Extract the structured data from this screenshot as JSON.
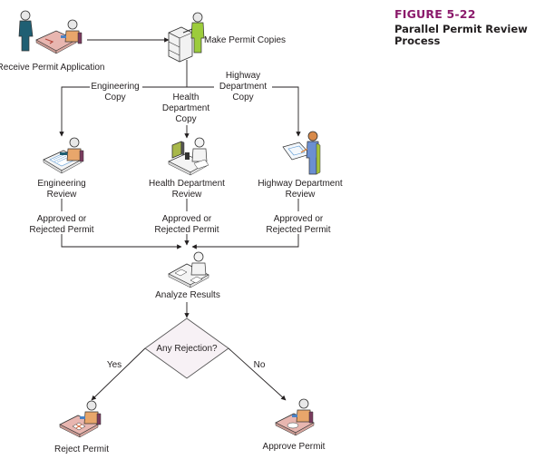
{
  "figure": {
    "number": "FIGURE 5-22",
    "title": "Parallel Permit Review Process",
    "accent_color": "#8b1a6b"
  },
  "nodes": {
    "receive": {
      "label": "Receive Permit Application",
      "icon": "clerk-receiving-application-icon"
    },
    "copies": {
      "label": "Make Permit Copies",
      "icon": "person-at-copier-icon"
    },
    "engineering": {
      "label_lines": [
        "Engineering",
        "Review"
      ],
      "icon": "engineer-reviewing-plans-icon"
    },
    "health": {
      "label_lines": [
        "Health Department",
        "Review"
      ],
      "icon": "health-inspector-at-workstation-icon"
    },
    "highway": {
      "label_lines": [
        "Highway Department",
        "Review"
      ],
      "icon": "highway-worker-holding-blueprint-icon"
    },
    "analyze": {
      "label": "Analyze Results",
      "icon": "analyst-at-desk-icon"
    },
    "decision": {
      "label": "Any Rejection?",
      "shape": "diamond",
      "fill": "#f7f1f5"
    },
    "reject": {
      "label": "Reject Permit",
      "icon": "clerk-rejecting-permit-icon"
    },
    "approve": {
      "label": "Approve Permit",
      "icon": "clerk-approving-permit-icon"
    }
  },
  "edges": {
    "engineering_copy": [
      "Engineering",
      "Copy"
    ],
    "health_copy": [
      "Health",
      "Department",
      "Copy"
    ],
    "highway_copy": [
      "Highway",
      "Department",
      "Copy"
    ],
    "result_eng": [
      "Approved or",
      "Rejected Permit"
    ],
    "result_health": [
      "Approved or",
      "Rejected Permit"
    ],
    "result_highway": [
      "Approved or",
      "Rejected Permit"
    ],
    "yes": "Yes",
    "no": "No"
  }
}
